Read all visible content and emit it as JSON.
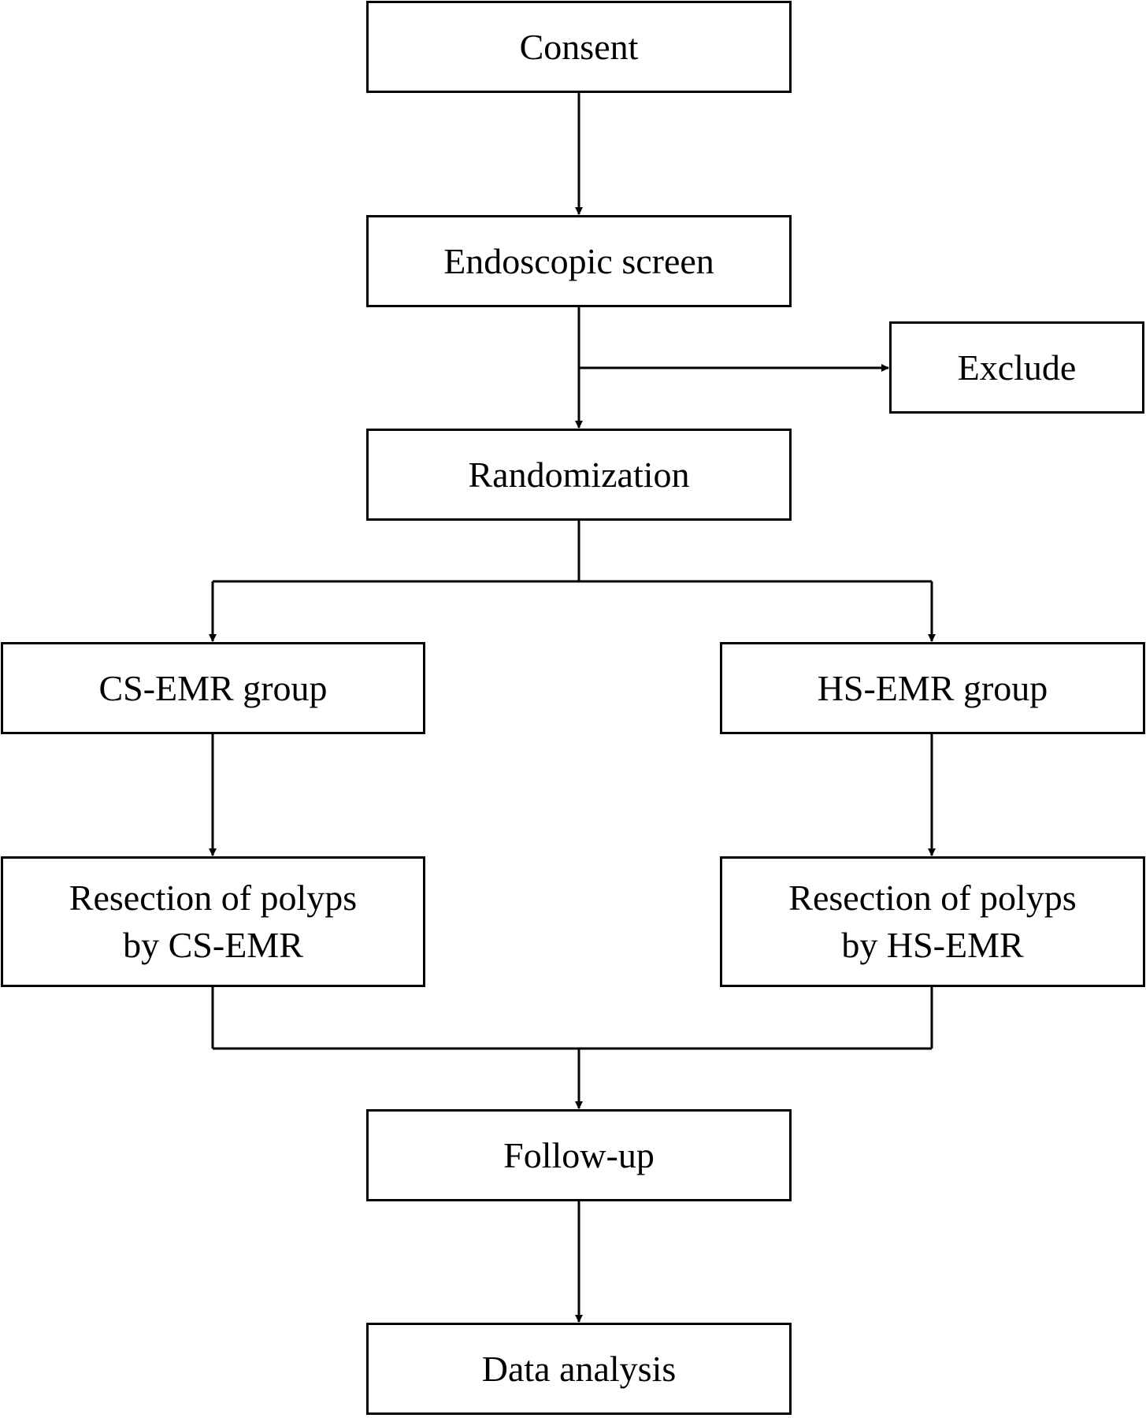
{
  "nodes": {
    "consent": "Consent",
    "screen": "Endoscopic screen",
    "exclude": "Exclude",
    "randomization": "Randomization",
    "cs_group": "CS-EMR group",
    "hs_group": "HS-EMR group",
    "cs_resection": [
      "Resection of polyps",
      "by CS-EMR"
    ],
    "hs_resection": [
      "Resection of polyps",
      "by HS-EMR"
    ],
    "followup": "Follow-up",
    "analysis": "Data analysis"
  },
  "edges": [
    {
      "from": "consent",
      "to": "screen"
    },
    {
      "from": "screen",
      "to": "randomization"
    },
    {
      "from": "screen",
      "to": "exclude"
    },
    {
      "from": "randomization",
      "to": "cs_group"
    },
    {
      "from": "randomization",
      "to": "hs_group"
    },
    {
      "from": "cs_group",
      "to": "cs_resection"
    },
    {
      "from": "hs_group",
      "to": "hs_resection"
    },
    {
      "from": "cs_resection",
      "to": "followup"
    },
    {
      "from": "hs_resection",
      "to": "followup"
    },
    {
      "from": "followup",
      "to": "analysis"
    }
  ]
}
